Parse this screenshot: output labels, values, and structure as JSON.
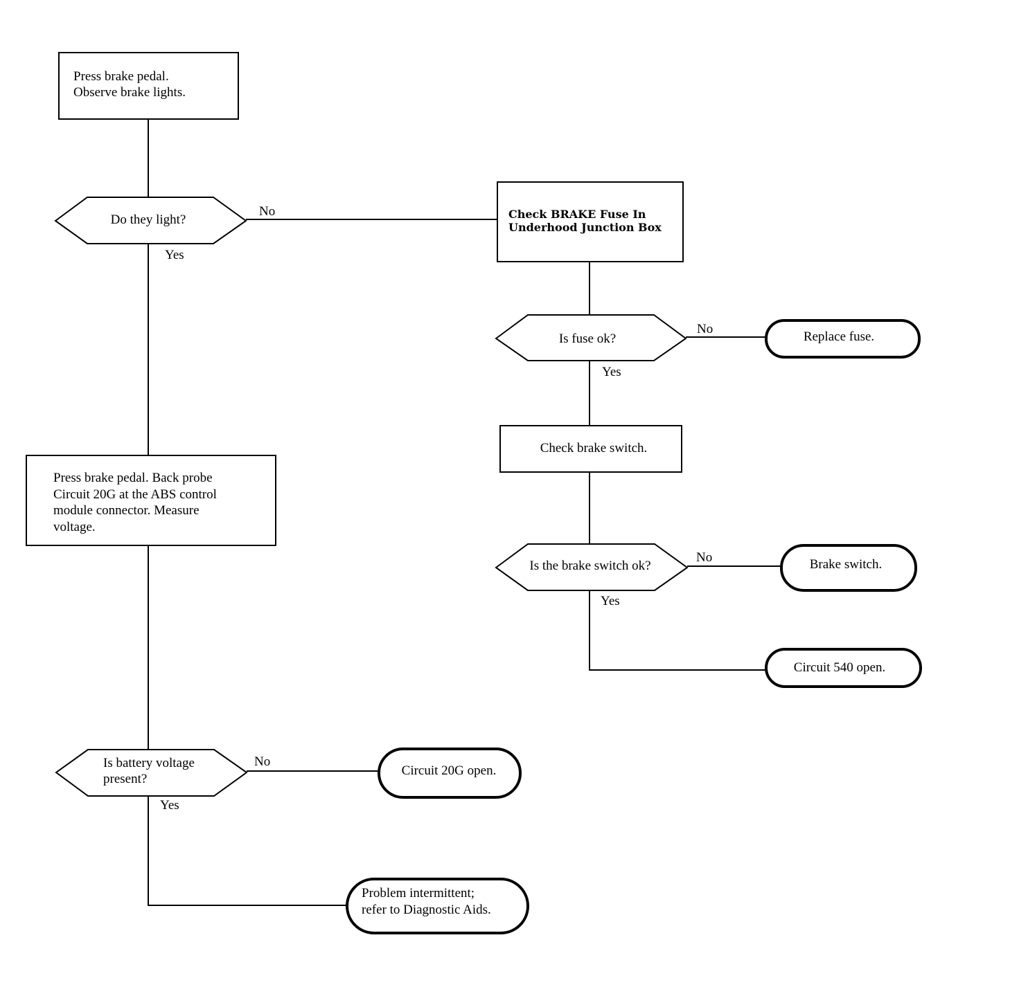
{
  "flowchart": {
    "start_box": {
      "line1": "Press brake pedal.",
      "line2": "Observe brake lights."
    },
    "decision_lights": {
      "text": "Do they light?",
      "no_label": "No",
      "yes_label": "Yes"
    },
    "fuse_box": {
      "line1": "Check BRAKE Fuse In",
      "line2": "Underhood Junction Box"
    },
    "decision_fuse": {
      "text": "Is fuse ok?",
      "no_label": "No",
      "yes_label": "Yes"
    },
    "term_replace_fuse": {
      "text": "Replace fuse."
    },
    "switch_box": {
      "text": "Check brake switch."
    },
    "decision_switch": {
      "text": "Is the brake switch ok?",
      "no_label": "No",
      "yes_label": "Yes"
    },
    "term_brake_switch": {
      "text": "Brake switch."
    },
    "term_circuit_540": {
      "text": "Circuit 540 open."
    },
    "probe_box": {
      "line1": "Press brake pedal. Back probe",
      "line2": "Circuit 20G at the ABS control",
      "line3": "module connector. Measure",
      "line4": "voltage."
    },
    "decision_battery": {
      "line1": "Is battery voltage",
      "line2": "present?",
      "no_label": "No",
      "yes_label": "Yes"
    },
    "term_circuit_20g": {
      "text": "Circuit 20G open."
    },
    "term_intermittent": {
      "line1": "Problem intermittent;",
      "line2": "refer to Diagnostic Aids."
    }
  }
}
